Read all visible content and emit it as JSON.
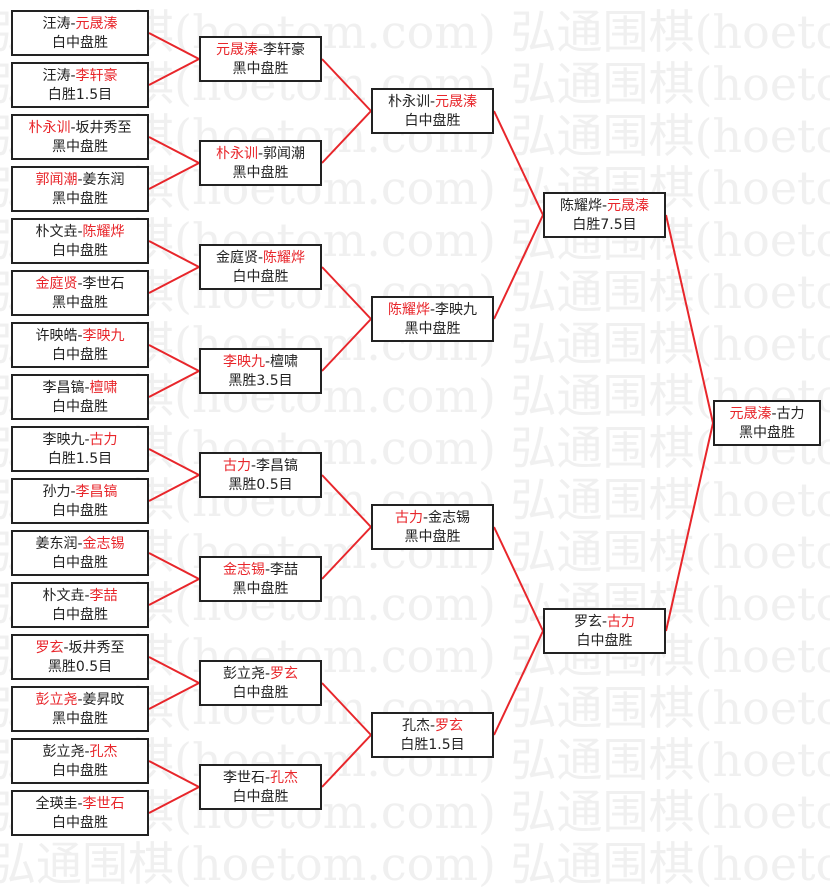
{
  "watermark": "弘通围棋(hoetom.com) 弘通围棋(hoetom.com)",
  "colors": {
    "winner": "#e8262b",
    "line": "#e8262b",
    "text": "#222222"
  },
  "rounds": [
    [
      {
        "p1": "汪涛",
        "p2": "元晟溱",
        "winner": 1,
        "result": "白中盘胜"
      },
      {
        "p1": "汪涛",
        "p2": "李轩豪",
        "winner": 1,
        "result": "白胜1.5目"
      },
      {
        "p1": "朴永训",
        "p2": "坂井秀至",
        "winner": 0,
        "result": "黑中盘胜"
      },
      {
        "p1": "郭闻潮",
        "p2": "姜东润",
        "winner": 0,
        "result": "黑中盘胜"
      },
      {
        "p1": "朴文垚",
        "p2": "陈耀烨",
        "winner": 1,
        "result": "白中盘胜"
      },
      {
        "p1": "金庭贤",
        "p2": "李世石",
        "winner": 0,
        "result": "黑中盘胜"
      },
      {
        "p1": "许映皓",
        "p2": "李映九",
        "winner": 1,
        "result": "白中盘胜"
      },
      {
        "p1": "李昌镐",
        "p2": "檀啸",
        "winner": 1,
        "result": "白中盘胜"
      },
      {
        "p1": "李映九",
        "p2": "古力",
        "winner": 1,
        "result": "白胜1.5目"
      },
      {
        "p1": "孙力",
        "p2": "李昌镐",
        "winner": 1,
        "result": "白中盘胜"
      },
      {
        "p1": "姜东润",
        "p2": "金志锡",
        "winner": 1,
        "result": "白中盘胜"
      },
      {
        "p1": "朴文垚",
        "p2": "李喆",
        "winner": 1,
        "result": "白中盘胜"
      },
      {
        "p1": "罗玄",
        "p2": "坂井秀至",
        "winner": 0,
        "result": "黑胜0.5目"
      },
      {
        "p1": "彭立尧",
        "p2": "姜昇旼",
        "winner": 0,
        "result": "黑中盘胜"
      },
      {
        "p1": "彭立尧",
        "p2": "孔杰",
        "winner": 1,
        "result": "白中盘胜"
      },
      {
        "p1": "全瑛圭",
        "p2": "李世石",
        "winner": 1,
        "result": "白中盘胜"
      }
    ],
    [
      {
        "p1": "元晟溱",
        "p2": "李轩豪",
        "winner": 0,
        "result": "黑中盘胜"
      },
      {
        "p1": "朴永训",
        "p2": "郭闻潮",
        "winner": 0,
        "result": "黑中盘胜"
      },
      {
        "p1": "金庭贤",
        "p2": "陈耀烨",
        "winner": 1,
        "result": "白中盘胜"
      },
      {
        "p1": "李映九",
        "p2": "檀啸",
        "winner": 0,
        "result": "黑胜3.5目"
      },
      {
        "p1": "古力",
        "p2": "李昌镐",
        "winner": 0,
        "result": "黑胜0.5目"
      },
      {
        "p1": "金志锡",
        "p2": "李喆",
        "winner": 0,
        "result": "黑中盘胜"
      },
      {
        "p1": "彭立尧",
        "p2": "罗玄",
        "winner": 1,
        "result": "白中盘胜"
      },
      {
        "p1": "李世石",
        "p2": "孔杰",
        "winner": 1,
        "result": "白中盘胜"
      }
    ],
    [
      {
        "p1": "朴永训",
        "p2": "元晟溱",
        "winner": 1,
        "result": "白中盘胜"
      },
      {
        "p1": "陈耀烨",
        "p2": "李映九",
        "winner": 0,
        "result": "黑中盘胜"
      },
      {
        "p1": "古力",
        "p2": "金志锡",
        "winner": 0,
        "result": "黑中盘胜"
      },
      {
        "p1": "孔杰",
        "p2": "罗玄",
        "winner": 1,
        "result": "白胜1.5目"
      }
    ],
    [
      {
        "p1": "陈耀烨",
        "p2": "元晟溱",
        "winner": 1,
        "result": "白胜7.5目"
      },
      {
        "p1": "罗玄",
        "p2": "古力",
        "winner": 1,
        "result": "白中盘胜"
      }
    ],
    [
      {
        "p1": "元晟溱",
        "p2": "古力",
        "winner": 0,
        "result": "黑中盘胜"
      }
    ]
  ]
}
